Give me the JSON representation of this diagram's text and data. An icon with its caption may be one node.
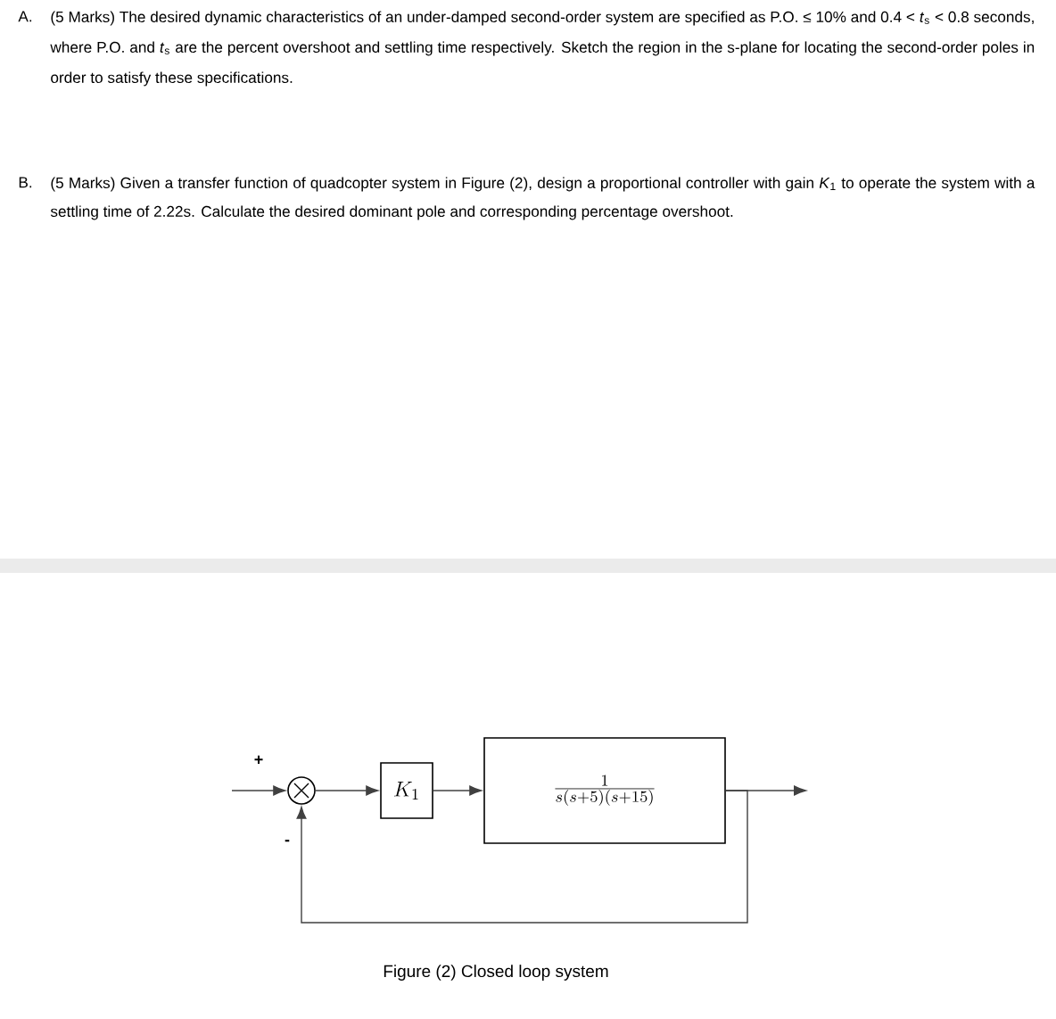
{
  "diagram": {
    "caption": "Figure (2) Closed loop system",
    "nodes": [
      {
        "text": [],
        "shape": "circle"
      },
      {
        "text": [
          "K_1"
        ]
      },
      {
        "text": [
          "\\frac{1}{s(s+5)(s+15)}"
        ]
      }
    ],
    "edges": [
      {
        "from": null,
        "to": 0,
        "arrow": "to",
        "label": "+"
      },
      {
        "from": 0,
        "to": 1,
        "arrow": "to"
      },
      {
        "from": 1,
        "to": 2,
        "arrow": "to"
      },
      {
        "from": 2,
        "to": null,
        "arrow": "to"
      },
      {
        "from": 2,
        "to": 0,
        "arrow": "to",
        "label": "-"
      }
    ],
    "labels": [
      "A.",
      "(5 Marks) The desired dynamic characteristics of an under-damped second-order system are specified as P.O. ≤ 10% and 0.4 < *t*$_{s}$ < 0.8 seconds, where P.O. and *t*$_{s}$ are the percent overshoot and settling time respectively. Sketch the region in the s-plane for locating the second-order poles in order to satisfy these specifications.",
      "B.",
      "(5 Marks) Given a transfer function of quadcopter system in Figure (2), design a proportional controller with gain *K*$_{1}$ to operate the system with a settling time of 2.22s. Calculate the desired dominant pole and corresponding percentage overshoot."
    ]
  }
}
